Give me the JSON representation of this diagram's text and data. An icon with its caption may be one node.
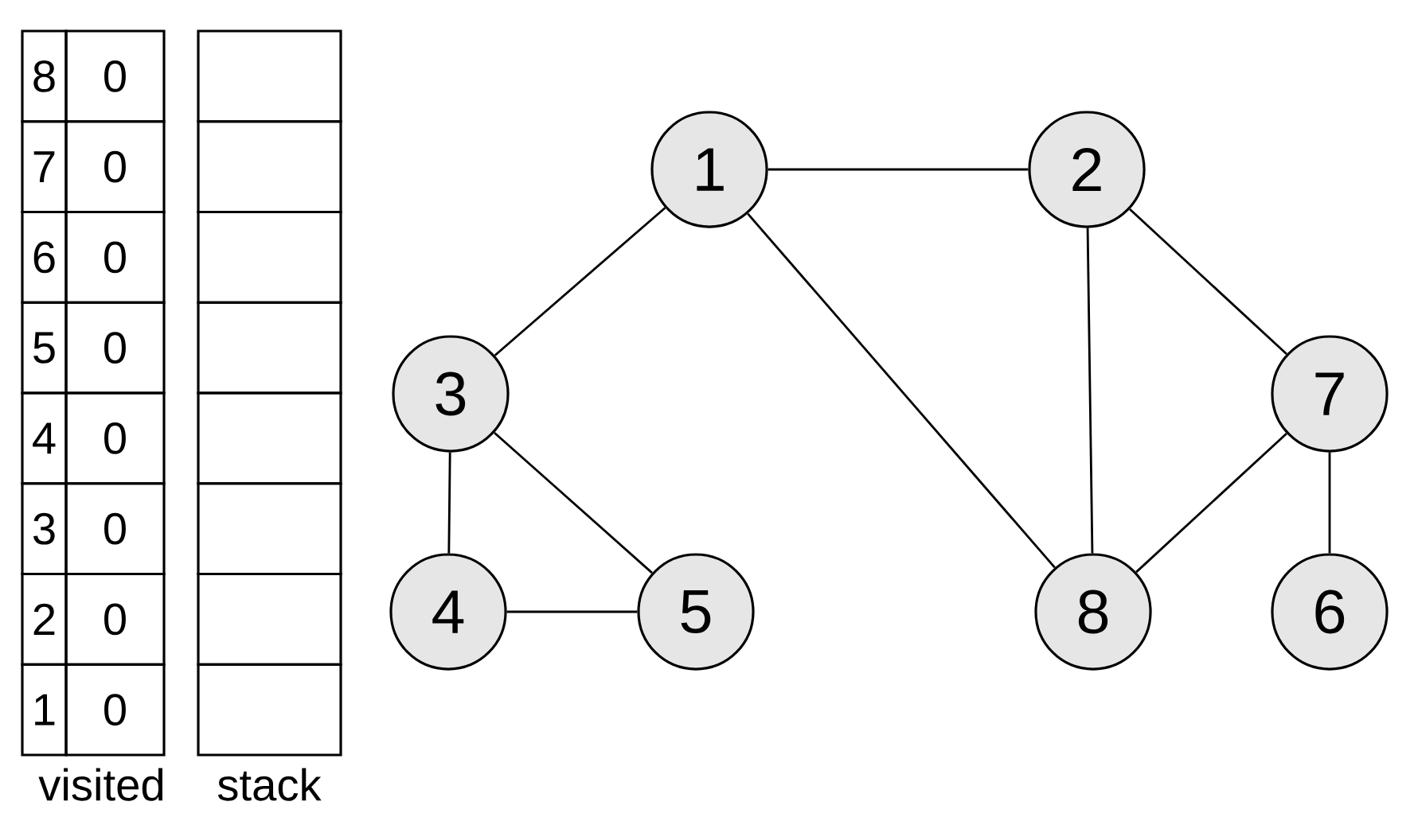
{
  "diagram": {
    "nodes": [
      {
        "text": [
          "1"
        ]
      },
      {
        "text": [
          "2"
        ]
      },
      {
        "text": [
          "3"
        ]
      },
      {
        "text": [
          "7"
        ]
      },
      {
        "text": [
          "4"
        ]
      },
      {
        "text": [
          "5"
        ]
      },
      {
        "text": [
          "8"
        ]
      },
      {
        "text": [
          "6"
        ]
      }
    ],
    "edges": [
      {
        "from": 0,
        "to": 1,
        "arrow": "none"
      },
      {
        "from": 0,
        "to": 2,
        "arrow": "none"
      },
      {
        "from": 0,
        "to": 6,
        "arrow": "none"
      },
      {
        "from": 1,
        "to": 6,
        "arrow": "none"
      },
      {
        "from": 1,
        "to": 3,
        "arrow": "none"
      },
      {
        "from": 2,
        "to": 4,
        "arrow": "none"
      },
      {
        "from": 2,
        "to": 5,
        "arrow": "none"
      },
      {
        "from": 4,
        "to": 5,
        "arrow": "none"
      },
      {
        "from": 3,
        "to": 6,
        "arrow": "none"
      },
      {
        "from": 3,
        "to": 7,
        "arrow": "none"
      }
    ],
    "labels": [
      "8",
      "0",
      "7",
      "0",
      "6",
      "0",
      "5",
      "0",
      "4",
      "0",
      "3",
      "0",
      "2",
      "0",
      "1",
      "0",
      "visited",
      "stack"
    ]
  }
}
